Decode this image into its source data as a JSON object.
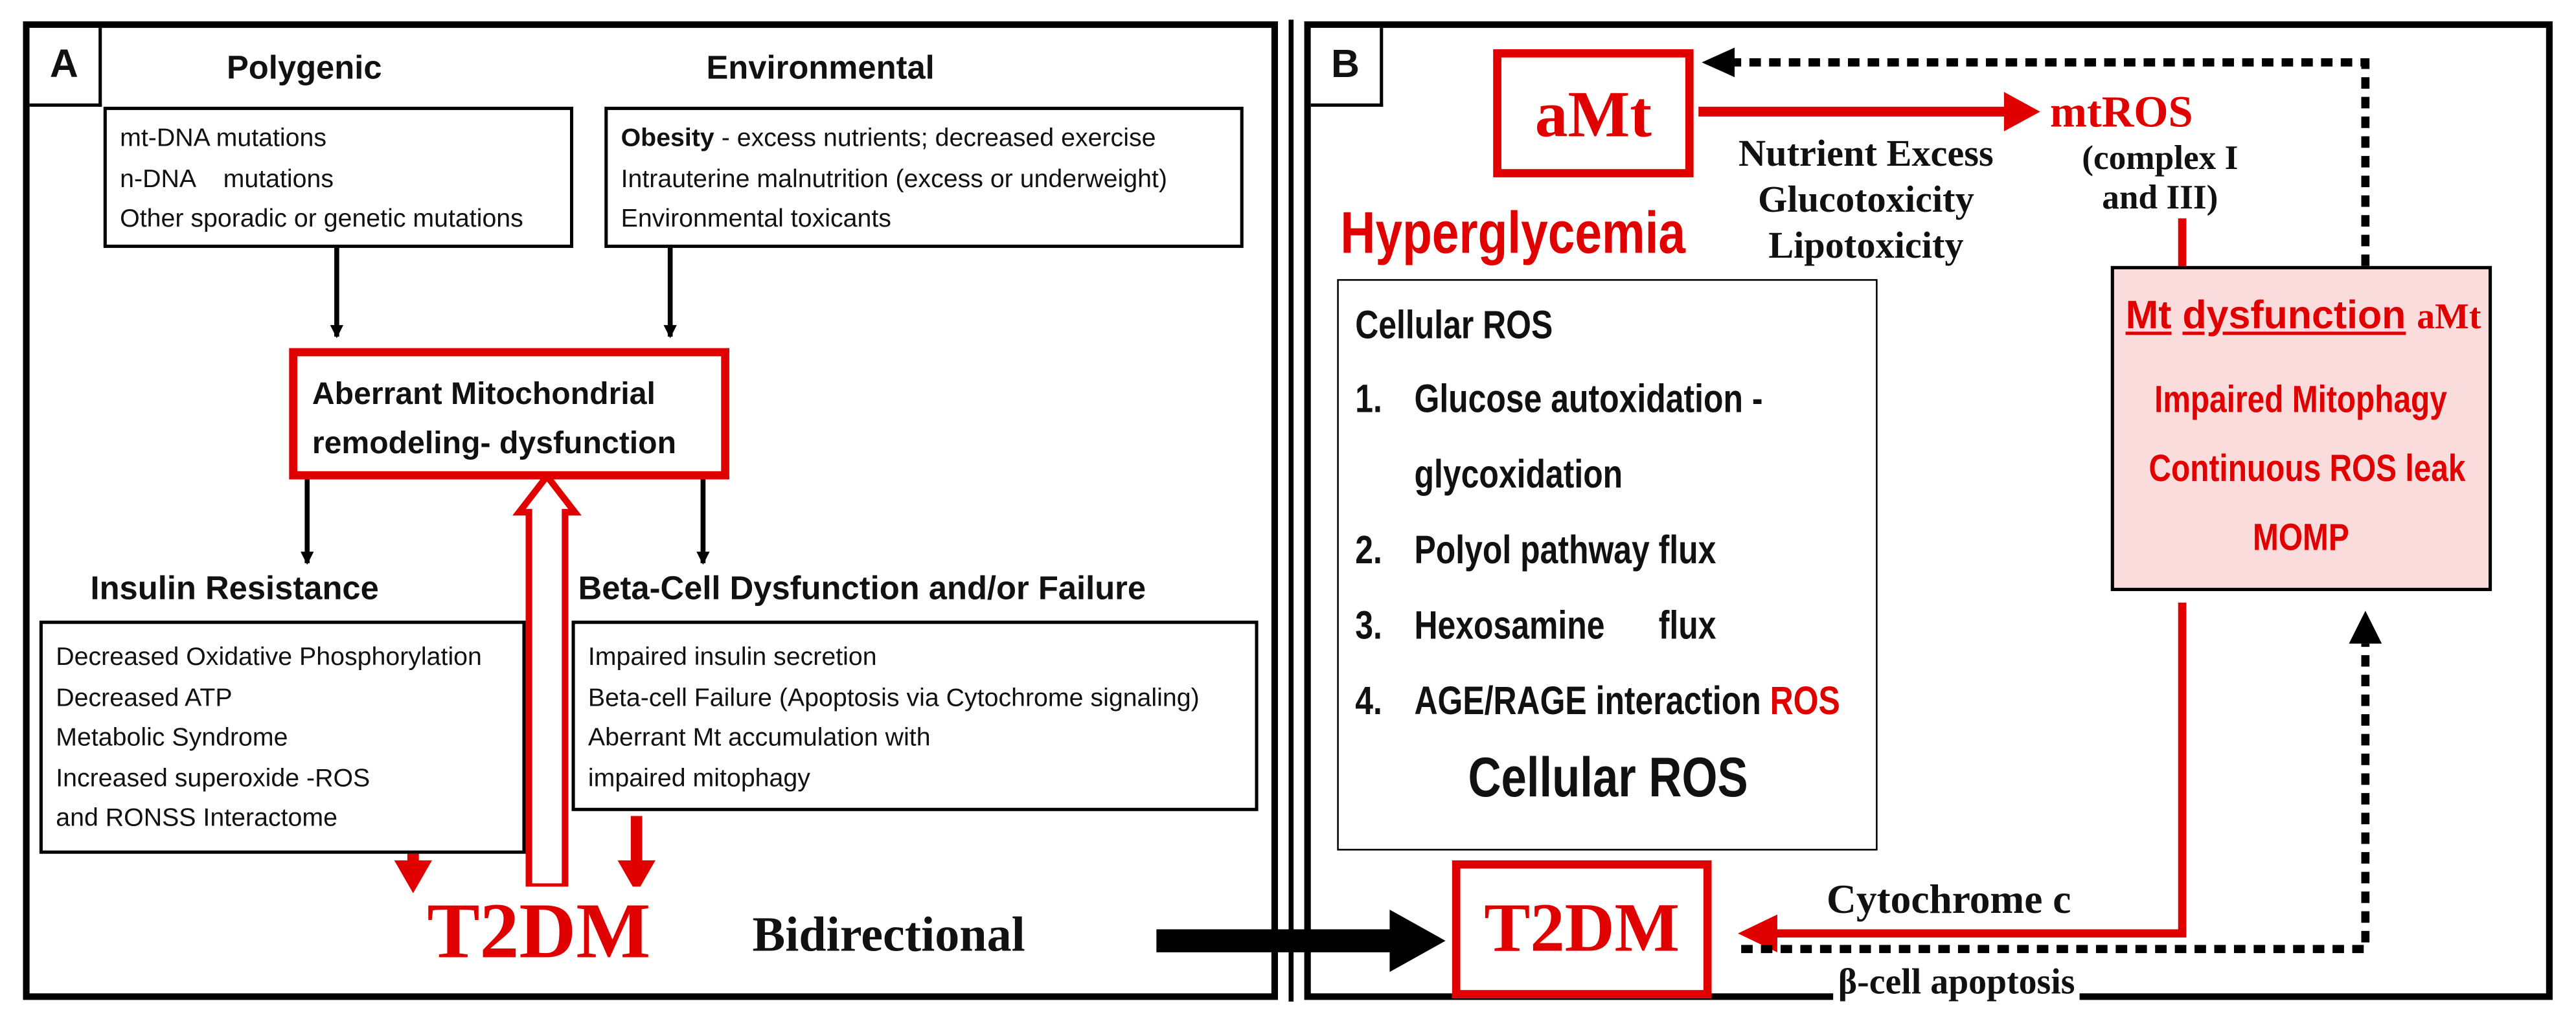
{
  "panel_a": {
    "letter": "A",
    "heading_polygenic": "Polygenic",
    "heading_environmental": "Environmental",
    "polygenic_items": [
      "mt-DNA mutations",
      "n-DNA    mutations",
      "Other sporadic or genetic mutations"
    ],
    "environmental_items": [
      {
        "bold": "Obesity",
        "rest": " - excess nutrients; decreased exercise"
      },
      {
        "bold": "",
        "rest": "Intrauterine malnutrition (excess or underweight)"
      },
      {
        "bold": "",
        "rest": "Environmental toxicants"
      }
    ],
    "aberrant_lines": [
      "Aberrant Mitochondrial",
      "remodeling- dysfunction"
    ],
    "heading_insulin": "Insulin Resistance",
    "heading_beta": "Beta-Cell Dysfunction and/or Failure",
    "insulin_items": [
      "Decreased Oxidative Phosphorylation",
      "Decreased ATP",
      "Metabolic Syndrome",
      "Increased superoxide -ROS",
      "and RONSS Interactome"
    ],
    "beta_items": [
      "Impaired insulin secretion",
      "Beta-cell Failure (Apoptosis via Cytochrome signaling)",
      "Aberrant Mt accumulation with",
      "impaired mitophagy"
    ],
    "t2dm": "T2DM"
  },
  "middle": {
    "bidirectional": "Bidirectional"
  },
  "panel_b": {
    "letter": "B",
    "amt": "aMt",
    "mtros": "mtROS",
    "mtros_detail_lines": [
      "(complex I",
      "and III)"
    ],
    "nutrient_lines": [
      "Nutrient Excess",
      "Glucotoxicity",
      "Lipotoxicity"
    ],
    "hyperglycemia": "Hyperglycemia",
    "cellular_ros_title": "Cellular ROS",
    "ros_items": [
      {
        "num": "1.",
        "text": "Glucose autoxidation -"
      },
      {
        "num": "",
        "text": "glycoxidation"
      },
      {
        "num": "2.",
        "text": "Polyol pathway flux"
      },
      {
        "num": "3.",
        "text": "Hexosamine      flux"
      },
      {
        "num": "4.",
        "text": "AGE/RAGE interaction",
        "suffix": " ROS"
      }
    ],
    "cellular_ros_footer": "Cellular ROS",
    "mt_dysfunction_word1": "Mt",
    "mt_dysfunction_word2": "dysfunction",
    "mt_amt": "aMt",
    "mt_lines": [
      "Impaired Mitophagy",
      "Continuous ROS leak",
      "MOMP"
    ],
    "t2dm": "T2DM",
    "cytochrome": "Cytochrome c",
    "apoptosis": "β-cell apoptosis"
  },
  "colors": {
    "accent_red": "#e00000",
    "mt_box_fill": "#fbdcdc",
    "border_black": "#000000"
  }
}
